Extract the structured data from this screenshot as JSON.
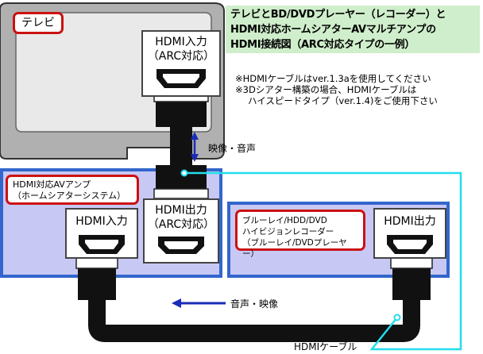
{
  "title": {
    "line1": "テレビとBD/DVDプレーヤー（レコーダー）と",
    "line2": "HDMI対応ホームシアターAVマルチアンプの",
    "line3": "HDMI接続図（ARC対応タイプの一例）"
  },
  "notes": {
    "line1": "※HDMIケーブルはver.1.3aを使用してください",
    "line2": "※3Dシアター構築の場合、HDMIケーブルは",
    "line3": "ハイスピードタイプ（ver.1.4)をご使用下さい"
  },
  "tv": {
    "label": "テレビ",
    "port_line1": "HDMI入力",
    "port_line2": "（ARC対応）"
  },
  "amp": {
    "label_line1": "HDMI対応AVアンプ",
    "label_line2": "（ホームシアターシステム）",
    "in_port": "HDMI入力",
    "out_port_line1": "HDMI出力",
    "out_port_line2": "（ARC対応）"
  },
  "recorder": {
    "label_line1": "ブルーレイ/HDD/DVD",
    "label_line2": "ハイビジョンレコーダー",
    "label_line3": "（ブルーレイ/DVDプレーヤー）",
    "out_port": "HDMI出力"
  },
  "signals": {
    "tv_amp": "映像・音声",
    "recorder_amp": "音声・映像"
  },
  "cable_label": "HDMIケーブル",
  "colors": {
    "tv_body": "#b0b0b0",
    "amp_panel": "#c8c8f4",
    "panel_border": "#3366cc",
    "label_border": "#cc1111",
    "cable": "#111111",
    "callout_line": "#22ddee",
    "arrow": "#1a2db8",
    "title_bg": "#cfeecb"
  }
}
